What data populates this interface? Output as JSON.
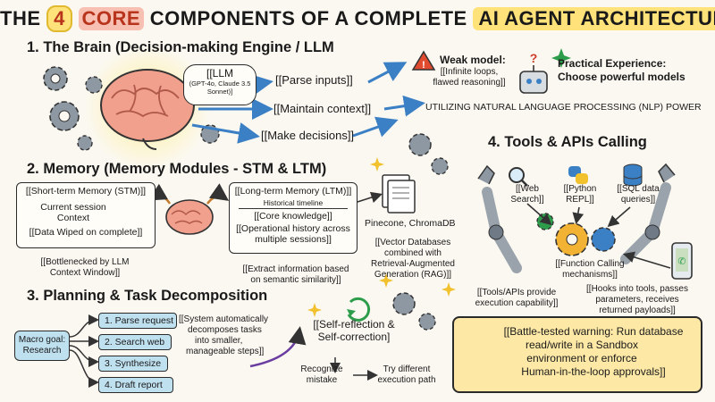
{
  "title": {
    "pre": "THE",
    "num": "4",
    "core": "CORE",
    "mid": "COMPONENTS OF A COMPLETE",
    "ai": "AI AGENT ARCHITECTURE"
  },
  "brain": {
    "heading": "1. The Brain (Decision-making Engine / LLM",
    "llm_label": "[[LLM",
    "llm_models": "(GPT-4o, Claude 3.5 Sonnet)]",
    "actions": [
      "[[Parse inputs]]",
      "[[Maintain context]]",
      "[[Make decisions]]"
    ],
    "weak_title": "Weak model:",
    "weak_detail_1": "[[Infinite loops,",
    "weak_detail_2": "flawed reasoning]]",
    "practical_1": "Practical Experience:",
    "practical_2": "Choose powerful models",
    "nlp": "UTILIZING NATURAL LANGUAGE PROCESSING (NLP) POWER"
  },
  "memory": {
    "heading": "2. Memory (Memory Modules - STM & LTM)",
    "stm_title": "[[Short-term Memory (STM)]]",
    "stm_ctx_1": "Current session",
    "stm_ctx_2": "Context",
    "stm_wipe": "[[Data Wiped on complete]]",
    "bottleneck_1": "[[Bottlenecked by LLM",
    "bottleneck_2": "Context Window]]",
    "ltm_title": "[[Long-term Memory (LTM)]]",
    "timeline": "Historical timeline",
    "core_knowledge": "[[Core knowledge]]",
    "ophist_1": "[[Operational history across",
    "ophist_2": "multiple sessions]]",
    "extract_1": "[[Extract information based",
    "extract_2": "on semantic similarity]]",
    "vdb_names": "Pinecone, ChromaDB",
    "vdb_1": "[[Vector Databases",
    "vdb_2": "combined with",
    "vdb_3": "Retrieval-Augmented",
    "vdb_4": "Generation (RAG)]]"
  },
  "planning": {
    "heading": "3. Planning & Task Decomposition",
    "macro_1": "Macro goal:",
    "macro_2": "Research",
    "steps": [
      "1. Parse request",
      "2. Search web",
      "3. Synthesize",
      "4. Draft report"
    ],
    "auto_1": "[[System automatically",
    "auto_2": "decomposes tasks",
    "auto_3": "into smaller,",
    "auto_4": "manageable steps]]",
    "self_1": "[[Self-reflection &",
    "self_2": "Self-correction]",
    "recognize_1": "Recognize",
    "recognize_2": "mistake",
    "try_1": "Try different",
    "try_2": "execution path"
  },
  "tools": {
    "heading": "4. Tools & APIs Calling",
    "web_1": "[[Web",
    "web_2": "Search]]",
    "py_1": "[[Python",
    "py_2": "REPL]]",
    "sql_1": "[[SQL data",
    "sql_2": "queries]]",
    "fc_1": "[[Function Calling",
    "fc_2": "mechanisms]]",
    "provide_1": "[[Tools/APIs provide",
    "provide_2": "execution capability]]",
    "hooks_1": "[[Hooks into tools, passes",
    "hooks_2": "parameters, receives",
    "hooks_3": "returned payloads]]"
  },
  "warning": {
    "line1": "[[Battle-tested warning: Run database",
    "line2": "read/write in a Sandbox",
    "line3": "environment or enforce",
    "line4": "Human-in-the-loop approvals]]"
  },
  "icons": [
    "gear-icon",
    "brain-icon",
    "warning-icon",
    "robot-icon",
    "clock-icon",
    "document-icon",
    "search-icon",
    "python-icon",
    "database-icon",
    "phone-icon",
    "robot-arm-icon",
    "refresh-icon",
    "shield-icon",
    "cross-icon",
    "sparkle-icon"
  ],
  "colors": {
    "highlight_yellow": "#ffe27a",
    "core_red": "#b8341d",
    "arrow_blue": "#3b7fc4",
    "step_blue": "#bfe0ef",
    "warn_yellow": "#fde8a6",
    "gear_gray": "#6f7a86",
    "brain_pink": "#f0a08c"
  }
}
